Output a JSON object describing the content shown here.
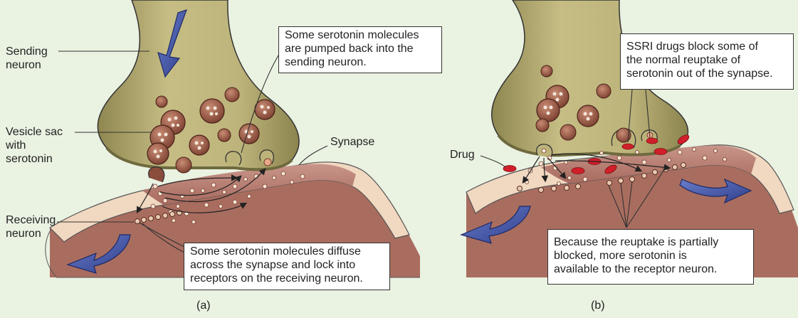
{
  "panel_a": {
    "labels": {
      "sending": [
        "Sending",
        "neuron"
      ],
      "vesicle": [
        "Vesicle sac",
        "with",
        "serotonin"
      ],
      "synapse": "Synapse",
      "receiving": [
        "Receiving",
        "neuron"
      ]
    },
    "callout_top": [
      "Some serotonin molecules",
      "are pumped back into the",
      "sending neuron."
    ],
    "callout_bottom": [
      "Some serotonin molecules diffuse",
      "across the synapse and lock into",
      "receptors on the receiving neuron."
    ],
    "caption": "(a)"
  },
  "panel_b": {
    "labels": {
      "drug": "Drug"
    },
    "callout_top": [
      "SSRI drugs block some of",
      "the normal reuptake of",
      "serotonin out of the synapse."
    ],
    "callout_bottom": [
      "Because the reuptake is partially",
      "blocked, more serotonin is",
      "available to the receptor neuron."
    ],
    "caption": "(b)"
  },
  "colors": {
    "background": "#eaf2e2",
    "neuron_fill": "#bcb37a",
    "vesicle": "#9a5a48",
    "synapse_pink": "#b57c70",
    "arrow_blue": "#3d4fa0",
    "drug_red": "#d11f2a"
  }
}
